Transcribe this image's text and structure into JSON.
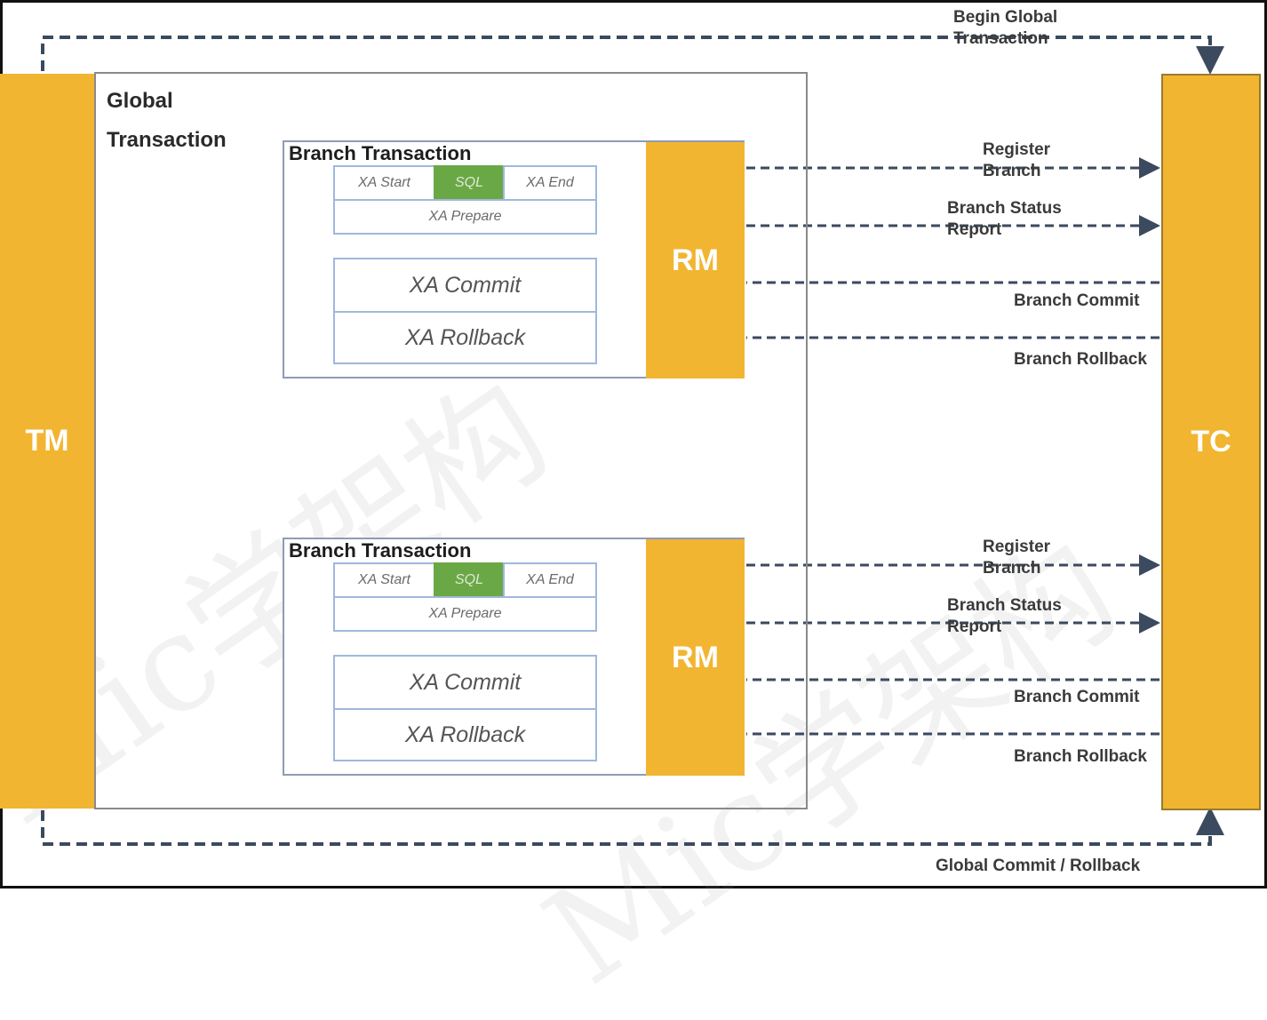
{
  "top_edge_label": "Begin Global Transaction",
  "bottom_edge_label": "Global Commit / Rollback",
  "tm_label": "TM",
  "tc_label": "TC",
  "global_label": "Global Transaction",
  "branches": [
    {
      "title": "Branch Transaction",
      "xa_start": "XA Start",
      "sql": "SQL",
      "xa_end": "XA End",
      "xa_prepare": "XA Prepare",
      "xa_commit": "XA Commit",
      "xa_rollback": "XA Rollback",
      "rm": "RM",
      "register": "Register Branch",
      "status": "Branch Status Report",
      "commit": "Branch Commit",
      "rollback": "Branch Rollback"
    },
    {
      "title": "Branch Transaction",
      "xa_start": "XA Start",
      "sql": "SQL",
      "xa_end": "XA End",
      "xa_prepare": "XA Prepare",
      "xa_commit": "XA Commit",
      "xa_rollback": "XA Rollback",
      "rm": "RM",
      "register": "Register Branch",
      "status": "Branch Status Report",
      "commit": "Branch Commit",
      "rollback": "Branch Rollback"
    }
  ],
  "watermark": "Mic学架构"
}
